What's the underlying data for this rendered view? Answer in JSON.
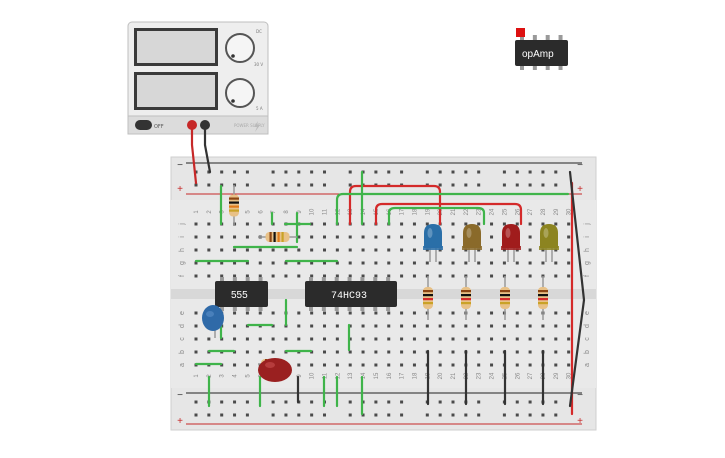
{
  "power_supply": {
    "off_label": "OFF",
    "vdc_label": "DC",
    "volt_max": "30 V",
    "amp_max": "5 A",
    "brand": "POWER SUPPLY"
  },
  "chips": {
    "timer_label": "555",
    "counter_label": "74HC93",
    "opamp_label": "opAmp"
  },
  "breadboard": {
    "rows_top": [
      "j",
      "i",
      "h",
      "g",
      "f"
    ],
    "rows_bottom": [
      "e",
      "d",
      "c",
      "b",
      "a"
    ],
    "column_numbers": [
      "1",
      "2",
      "3",
      "4",
      "5",
      "6",
      "7",
      "8",
      "9",
      "10",
      "11",
      "12",
      "13",
      "14",
      "15",
      "16",
      "17",
      "18",
      "19",
      "20",
      "21",
      "22",
      "23",
      "24",
      "25",
      "26",
      "27",
      "28",
      "29",
      "30"
    ],
    "rail_minus": "−",
    "rail_plus": "+"
  },
  "leds": [
    {
      "name": "blue",
      "color": "#2a6fa8"
    },
    {
      "name": "brown",
      "color": "#8a6a2a"
    },
    {
      "name": "red",
      "color": "#a01c1c"
    },
    {
      "name": "olive",
      "color": "#8c8420"
    }
  ],
  "colors": {
    "wire_green": "#3fb44a",
    "wire_red": "#d42a2a",
    "wire_black": "#333333",
    "board": "#e6e6e6",
    "chip": "#2b2b2b"
  }
}
